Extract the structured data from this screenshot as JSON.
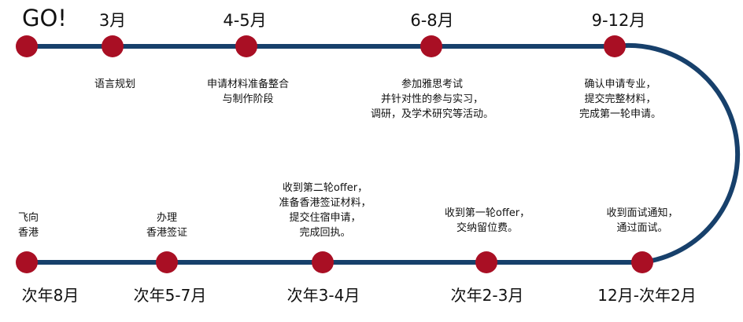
{
  "colors": {
    "line": "#17406b",
    "node": "#a90f24",
    "text": "#111111"
  },
  "start_label": "GO!",
  "top_stages": [
    {
      "period": "3月",
      "lines": [
        "语言规划"
      ]
    },
    {
      "period": "4-5月",
      "lines": [
        "申请材料准备整合",
        "与制作阶段"
      ]
    },
    {
      "period": "6-8月",
      "lines": [
        "参加雅思考试",
        "并针对性的参与实习，",
        "调研，及学术研究等活动。"
      ]
    },
    {
      "period": "9-12月",
      "lines": [
        "确认申请专业，",
        "提交完整材料，",
        "完成第一轮申请。"
      ]
    }
  ],
  "bottom_stages": [
    {
      "period": "次年8月",
      "lines": [
        "飞向",
        "香港"
      ]
    },
    {
      "period": "次年5-7月",
      "lines": [
        "办理",
        "香港签证"
      ]
    },
    {
      "period": "次年3-4月",
      "lines": [
        "收到第二轮offer，",
        "准备香港签证材料，",
        "提交住宿申请，",
        "完成回执。"
      ]
    },
    {
      "period": "次年2-3月",
      "lines": [
        "收到第一轮offer，",
        "交纳留位费。"
      ]
    },
    {
      "period": "12月-次年2月",
      "lines": [
        "收到面试通知，",
        "通过面试。"
      ]
    }
  ]
}
